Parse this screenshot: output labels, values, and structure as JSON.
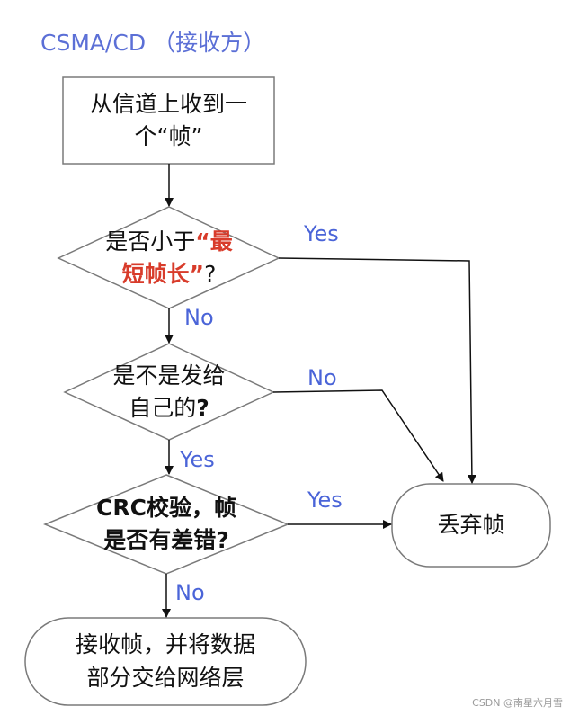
{
  "title": "CSMA/CD （接收方）",
  "nodes": {
    "receive": {
      "line1": "从信道上收到一",
      "line2": "个“帧”"
    },
    "min_length": {
      "part1": "是否小于",
      "part2": "“最",
      "part3": "短帧长”",
      "part4": "?"
    },
    "self_addr": {
      "line1": "是不是发给",
      "line2_text": "自己的",
      "line2_mark": "?"
    },
    "crc": {
      "line1": "CRC校验，帧",
      "line2": "是否有差错?"
    },
    "discard": {
      "label": "丢弃帧"
    },
    "deliver": {
      "line1": "接收帧，并将数据",
      "line2": "部分交给网络层"
    }
  },
  "edges": {
    "min_yes": "Yes",
    "min_no": "No",
    "self_no": "No",
    "self_yes": "Yes",
    "crc_yes": "Yes",
    "crc_no": "No"
  },
  "colors": {
    "line": "#111111",
    "border": "#7a7a7a",
    "label": "#4a64d8",
    "highlight": "#d83b2a"
  },
  "watermark": "CSDN @南星六月雪"
}
